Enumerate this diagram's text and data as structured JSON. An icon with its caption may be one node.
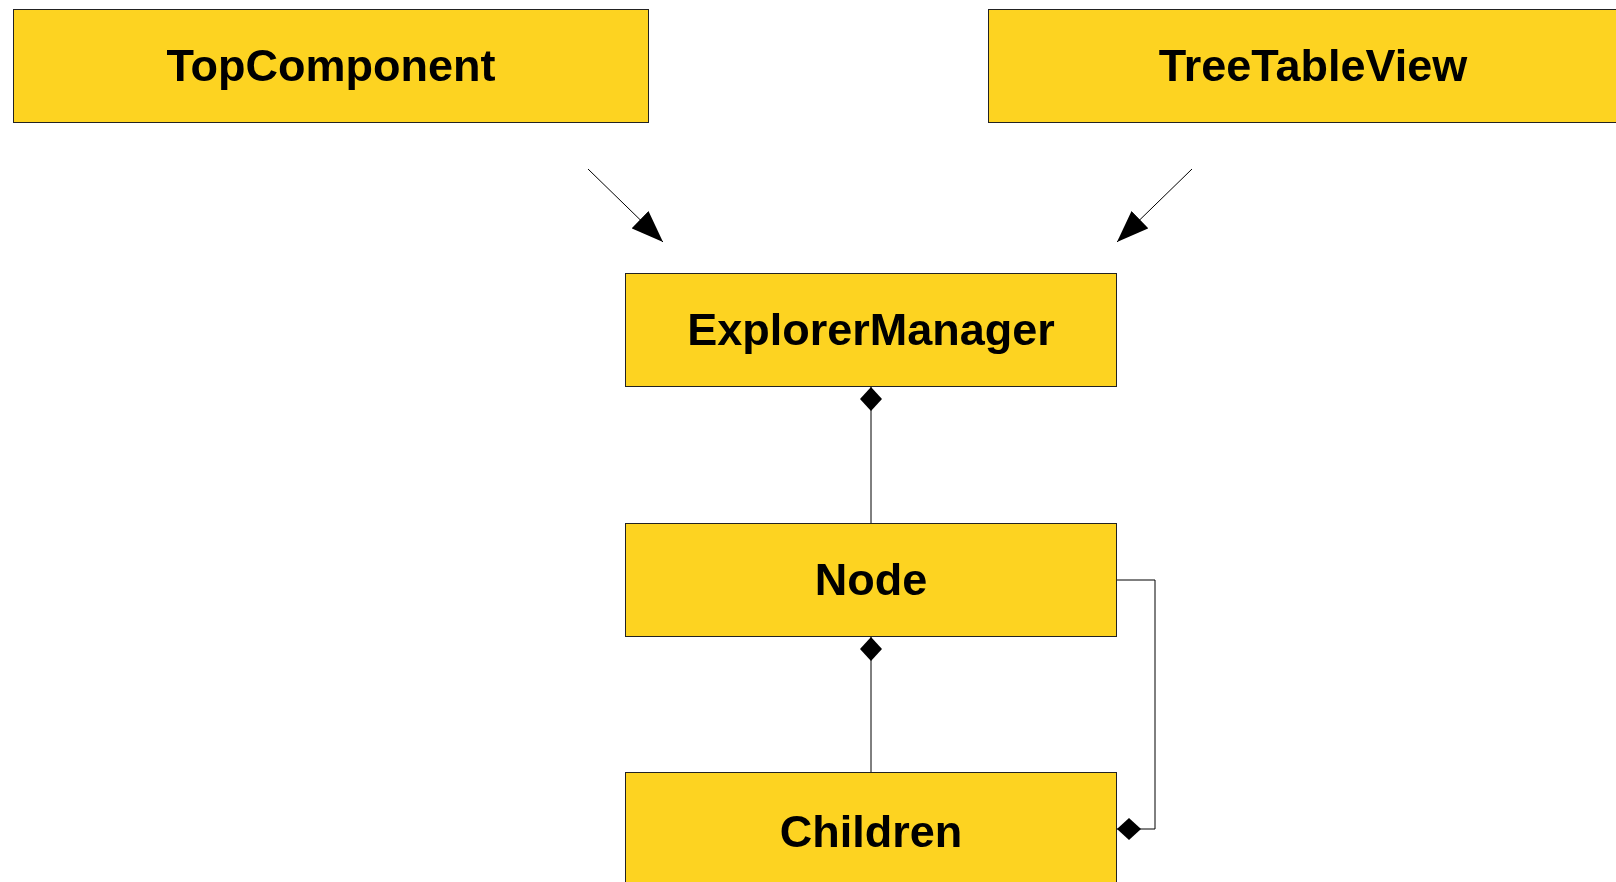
{
  "diagram": {
    "nodes": [
      {
        "text": [
          "TopComponent"
        ]
      },
      {
        "text": [
          "TreeTableView"
        ]
      },
      {
        "text": [
          "ExplorerManager"
        ]
      },
      {
        "text": [
          "Node"
        ]
      },
      {
        "text": [
          "Children"
        ]
      }
    ],
    "edges": [
      {
        "from": 0,
        "to": 2,
        "arrow": "to"
      },
      {
        "from": 1,
        "to": 2,
        "arrow": "to"
      },
      {
        "from": 2,
        "to": 3,
        "arrow": "other"
      },
      {
        "from": 3,
        "to": 4,
        "arrow": "other"
      },
      {
        "from": 4,
        "to": 3,
        "arrow": "other"
      }
    ]
  }
}
